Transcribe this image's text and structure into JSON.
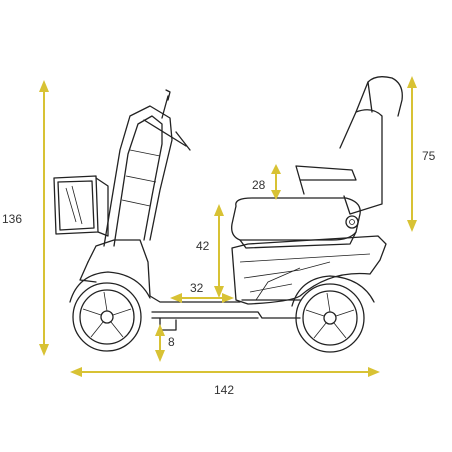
{
  "diagram": {
    "colors": {
      "dimension_arrow": "#d8c234",
      "outline": "#222222",
      "label": "#333333",
      "background": "#ffffff"
    },
    "dimensions": {
      "total_height": "136",
      "backrest_height": "75",
      "armrest_height": "28",
      "seat_height": "42",
      "floor_length": "32",
      "ground_clearance": "8",
      "total_length": "142"
    }
  }
}
